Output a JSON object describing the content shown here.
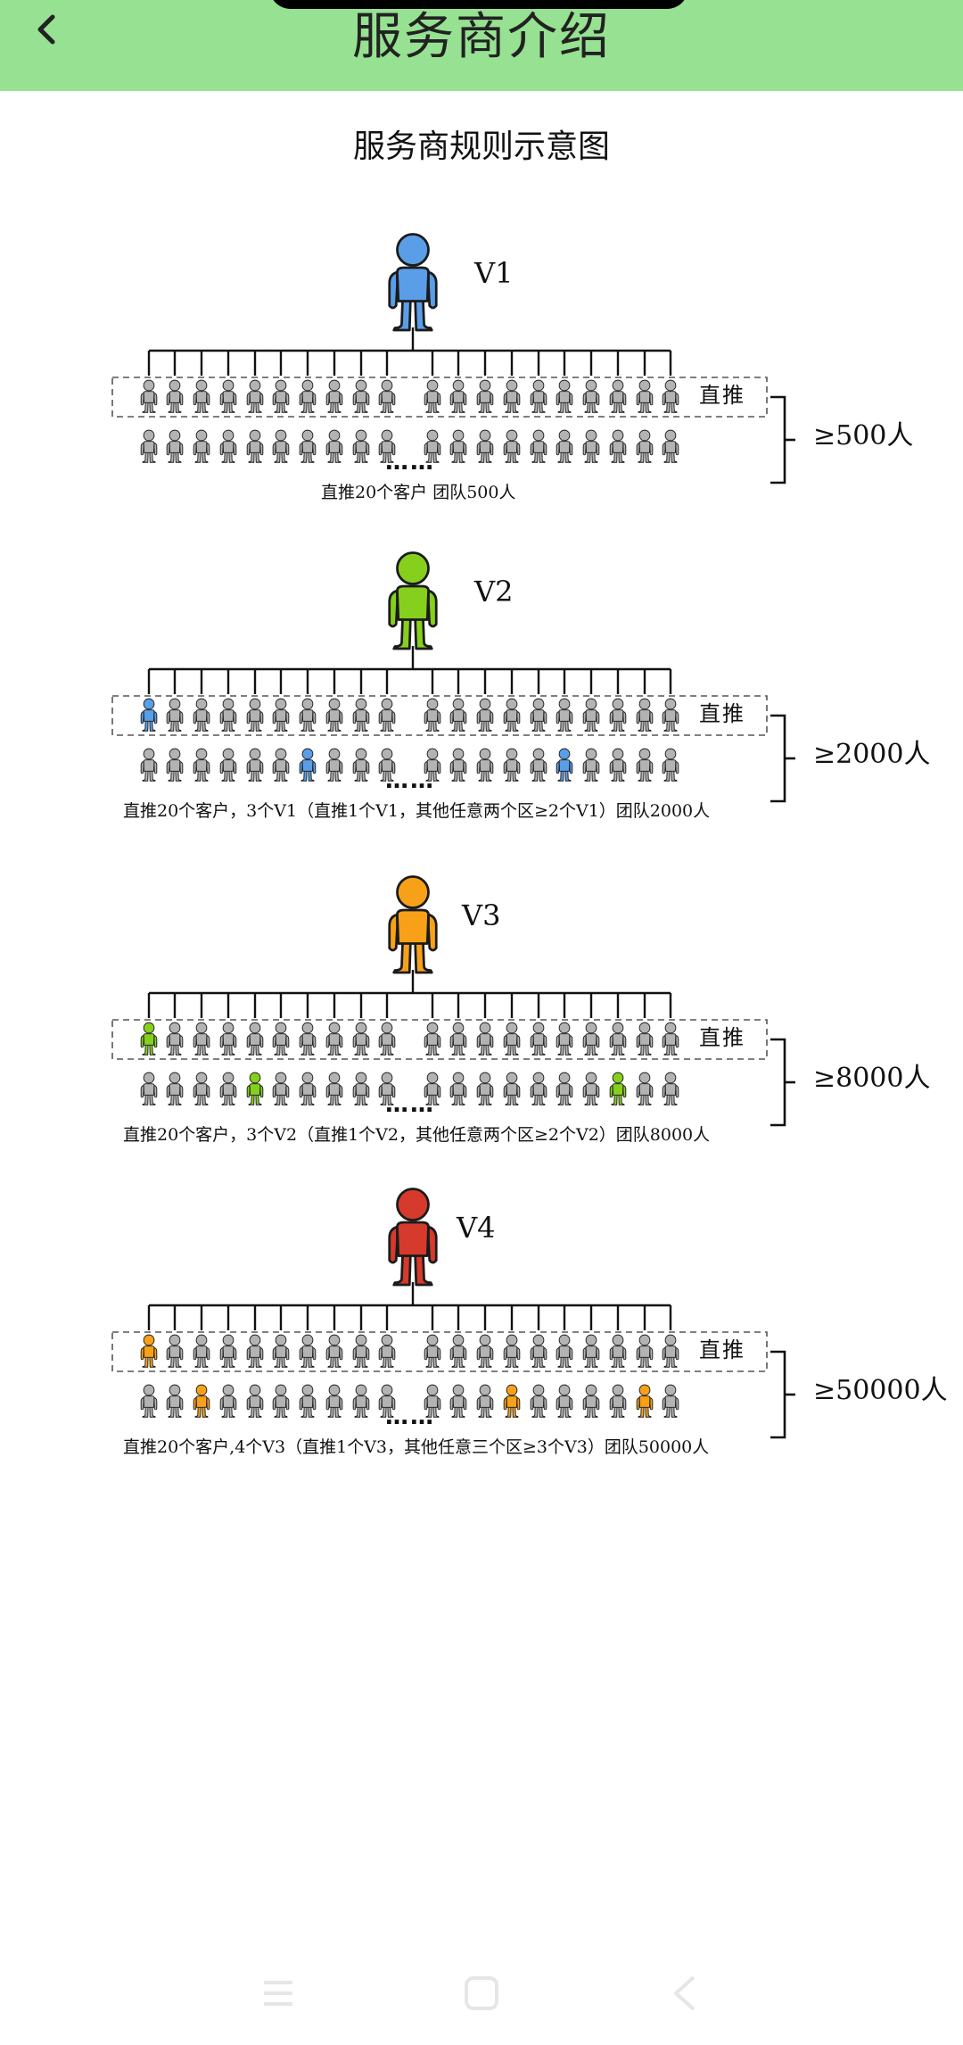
{
  "header": {
    "title": "服务商介绍",
    "back_icon": "chevron-left-icon",
    "background_color": "#97e192"
  },
  "diagram": {
    "title": "服务商规则示意图",
    "dots": "……",
    "zhitui_label": "直推",
    "levels": [
      {
        "name": "V1",
        "color": "#5a9ee8",
        "team": "≥500人",
        "caption": "直推20个客户    团队500人",
        "row1_highlight": [],
        "row2_highlight": []
      },
      {
        "name": "V2",
        "color": "#86cf1d",
        "team": "≥2000人",
        "caption": "直推20个客户，3个V1（直推1个V1，其他任意两个区≥2个V1）团队2000人",
        "row1_highlight": [
          0
        ],
        "row2_highlight": [
          6,
          15
        ],
        "highlight_color": "#5a9ee8"
      },
      {
        "name": "V3",
        "color": "#f8a118",
        "team": "≥8000人",
        "caption": "直推20个客户，3个V2（直推1个V2，其他任意两个区≥2个V2）团队8000人",
        "row1_highlight": [
          0
        ],
        "row2_highlight": [
          4,
          17
        ],
        "highlight_color": "#86cf1d"
      },
      {
        "name": "V4",
        "color": "#d63a2c",
        "team": "≥50000人",
        "caption": "直推20个客户,4个V3（直推1个V3，其他任意三个区≥3个V3）团队50000人",
        "row1_highlight": [
          0
        ],
        "row2_highlight": [
          2,
          13,
          18
        ],
        "highlight_color": "#f8a118"
      }
    ]
  },
  "navbar": {
    "menu_icon": "menu-icon",
    "home_icon": "home-square-icon",
    "back_icon": "back-triangle-icon"
  },
  "person_gray_color": "#b3b3b3"
}
